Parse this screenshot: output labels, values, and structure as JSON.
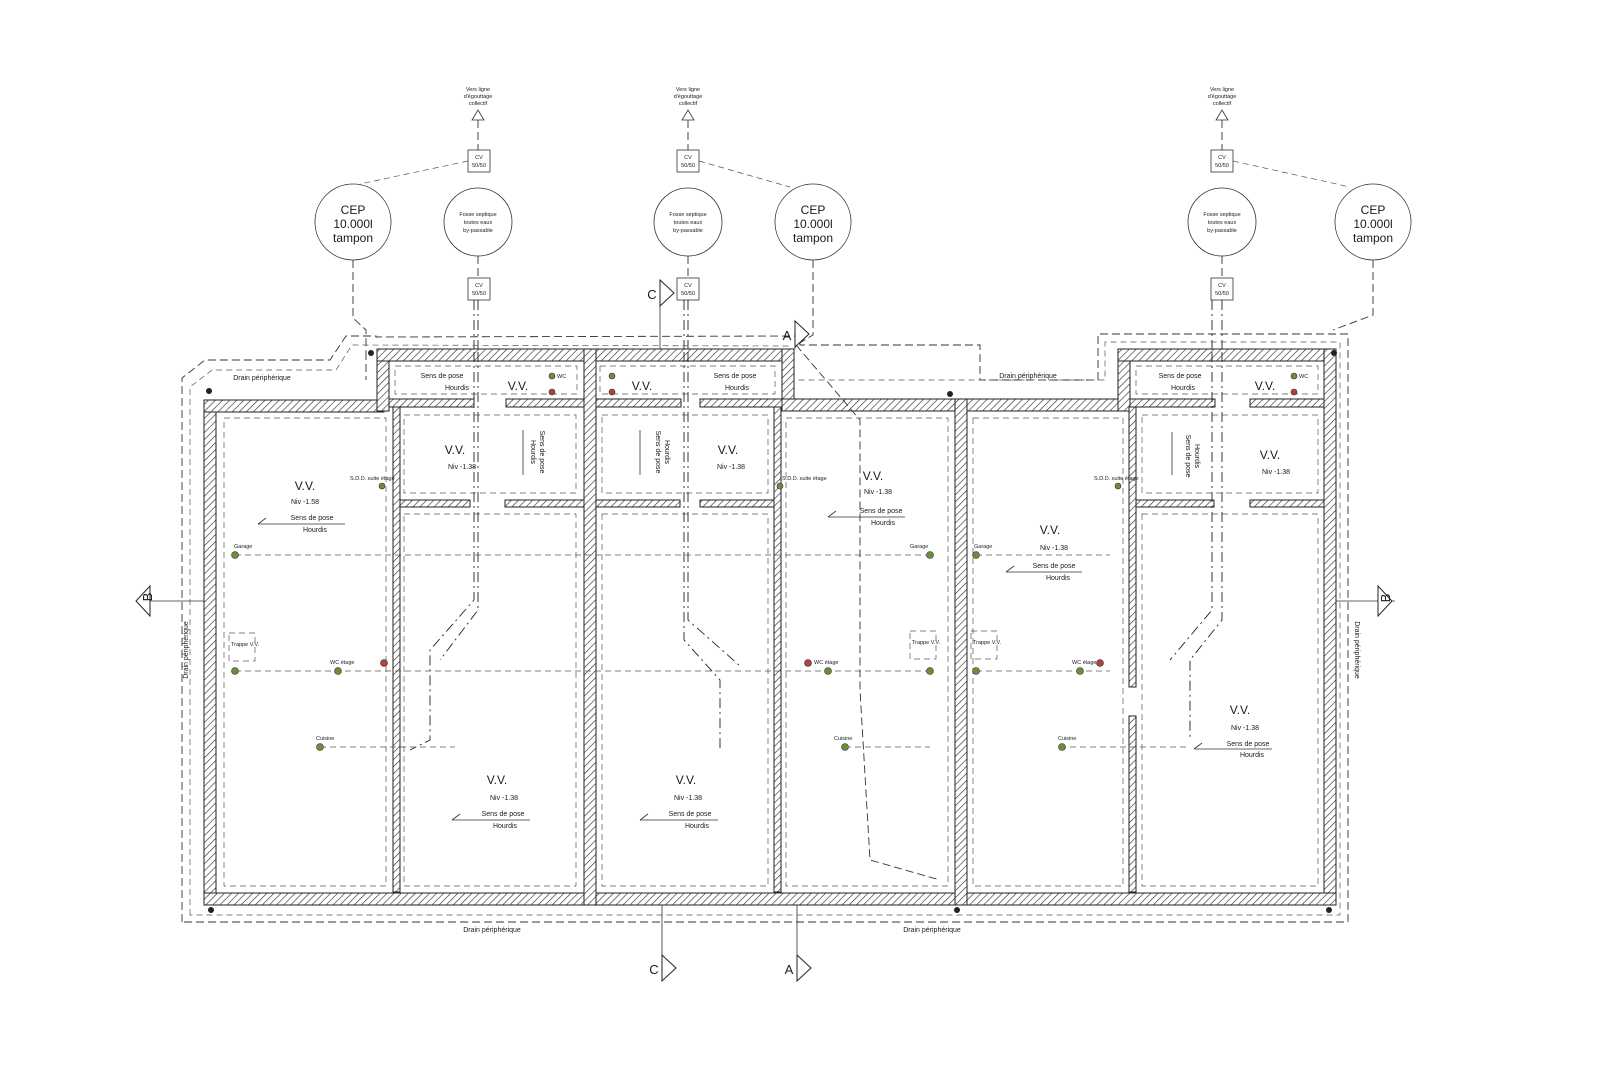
{
  "plan": {
    "sewer_label_lines": [
      "Vers ligne",
      "d'égouttage",
      "collectif"
    ],
    "cv_lines": [
      "CV",
      "50/50"
    ],
    "cep_lines": [
      "CEP",
      "10.000l",
      "tampon"
    ],
    "septic_lines": [
      "Fosse septique",
      "toutes eaux",
      "by-passable"
    ],
    "drain_label": "Drain périphérique",
    "vv": "V.V.",
    "niv_138": "Niv -1.38",
    "niv_158": "Niv -1.58",
    "sens_de_pose": "Sens de pose",
    "hourdis": "Hourdis",
    "garage": "Garage",
    "cuisine": "Cuisine",
    "wc": "WC étage",
    "trappe": "Trappe V.V.",
    "sds": "S.D.D. suite étage",
    "wc_short": "WC",
    "sec_a": "A",
    "sec_b": "B",
    "sec_c": "C"
  },
  "colors": {
    "line": "#222222",
    "fixture_green": "#6b8e3a",
    "fixture_red": "#b0413e"
  }
}
